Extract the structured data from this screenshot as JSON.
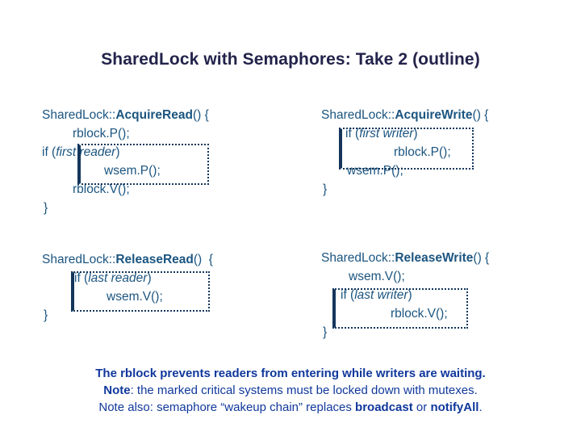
{
  "slide": {
    "title": "SharedLock with Semaphores: Take 2 (outline)",
    "background_color": "#ffffff",
    "title_color": "#23234b",
    "code_color": "#1b5580",
    "box_border_color": "#14365c",
    "footer_color": "#10389c"
  },
  "code_blocks": {
    "acquire_read": {
      "signature_prefix": "SharedLock::",
      "signature_name": "AcquireRead",
      "signature_suffix": "() {",
      "lines": [
        "rblock.P();",
        "if (first reader)",
        "wsem.P();",
        "rblock.V();"
      ],
      "closing_brace": "}",
      "marked_lines": [
        "if (first reader)",
        "wsem.P();"
      ]
    },
    "acquire_write": {
      "signature_prefix": "SharedLock::",
      "signature_name": "AcquireWrite",
      "signature_suffix": "() {",
      "lines": [
        "if (first writer)",
        "rblock.P();",
        "wsem.P();"
      ],
      "closing_brace": "}",
      "marked_lines": [
        "if (first writer)",
        "rblock.P();"
      ]
    },
    "release_read": {
      "signature_prefix": "SharedLock::",
      "signature_name": "ReleaseRead",
      "signature_suffix": "()  {",
      "lines": [
        "if (last reader)",
        "wsem.V();"
      ],
      "closing_brace": "}",
      "marked_lines": [
        "if (last reader)",
        "wsem.V();"
      ]
    },
    "release_write": {
      "signature_prefix": "SharedLock::",
      "signature_name": "ReleaseWrite",
      "signature_suffix": "() {",
      "lines": [
        "wsem.V();",
        "if (last writer)",
        "rblock.V();"
      ],
      "closing_brace": "}",
      "marked_lines": [
        "if (last writer)",
        "rblock.V();"
      ]
    }
  },
  "code_tokens": {
    "if_keyword": "if (",
    "close_paren": ")",
    "cond_first_reader": "first reader",
    "cond_first_writer": "first writer",
    "cond_last_reader": "last reader",
    "cond_last_writer": "last writer",
    "rblock_p": "rblock.P();",
    "rblock_v": "rblock.V();",
    "wsem_p": "wsem.P();",
    "wsem_v": "wsem.V();"
  },
  "footer": {
    "line1": "The rblock prevents readers from entering while writers are waiting.",
    "line2_bold": "Note",
    "line2_rest": ": the marked critical systems must be locked down with mutexes.",
    "line3_a": "Note also: semaphore “wakeup chain” replaces ",
    "line3_b": "broadcast",
    "line3_c": " or ",
    "line3_d": "notifyAll",
    "line3_e": "."
  }
}
